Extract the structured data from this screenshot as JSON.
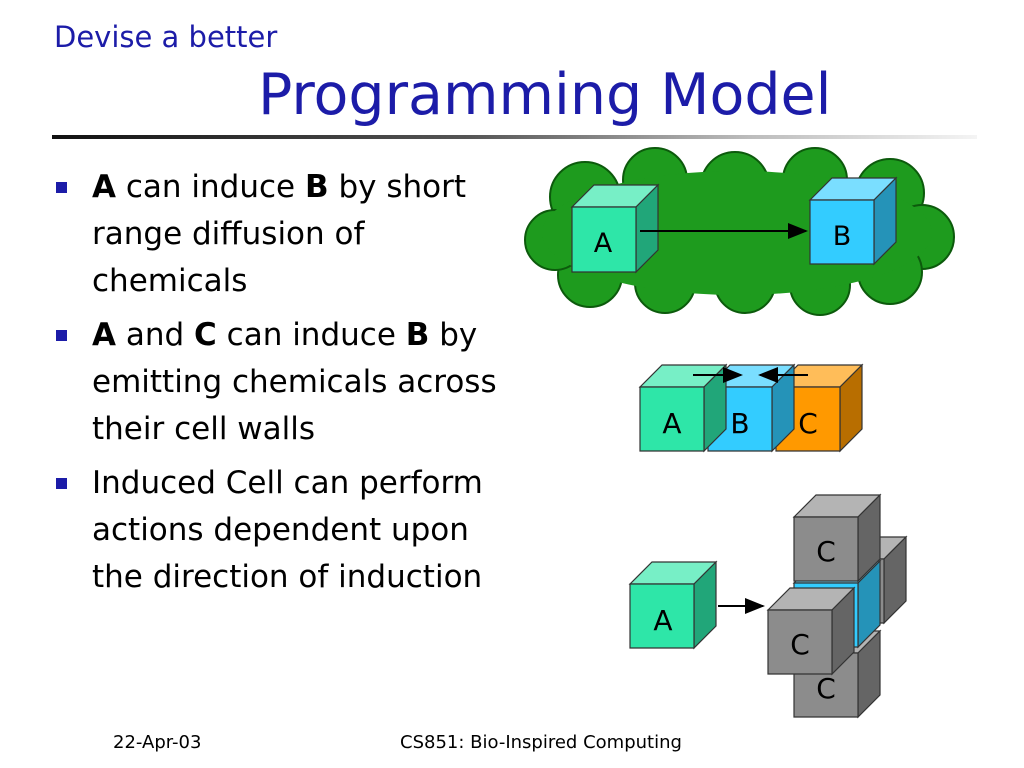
{
  "slide": {
    "subtitle": "Devise a better",
    "title": "Programming Model"
  },
  "bullets": [
    {
      "parts": [
        {
          "b": "A"
        },
        {
          "t": " can induce "
        },
        {
          "b": "B"
        },
        {
          "t": " by short range diffusion of chemicals"
        }
      ]
    },
    {
      "parts": [
        {
          "b": "A"
        },
        {
          "t": " and "
        },
        {
          "b": "C"
        },
        {
          "t": " can induce "
        },
        {
          "b": "B"
        },
        {
          "t": " by emitting chemicals across their cell walls"
        }
      ]
    },
    {
      "parts": [
        {
          "t": "Induced Cell can perform actions dependent upon the direction of induction"
        }
      ]
    }
  ],
  "diagram": {
    "diffusion": {
      "cell_a": "A",
      "cell_b": "B"
    },
    "walls": {
      "cell_a": "A",
      "cell_b": "B",
      "cell_c": "C"
    },
    "direction": {
      "cell_a": "A",
      "cell_c_top": "C",
      "cell_c_front": "C",
      "cell_c_bottom": "C"
    }
  },
  "colors": {
    "title": "#1c1ca8",
    "cell_a": "#2ee6a8",
    "cell_b": "#33ccff",
    "cell_c_orange": "#ff9900",
    "cell_c_gray": "#8c8c8c",
    "cloud": "#1e9b1e"
  },
  "footer": {
    "date": "22-Apr-03",
    "course": "CS851: Bio-Inspired Computing"
  }
}
